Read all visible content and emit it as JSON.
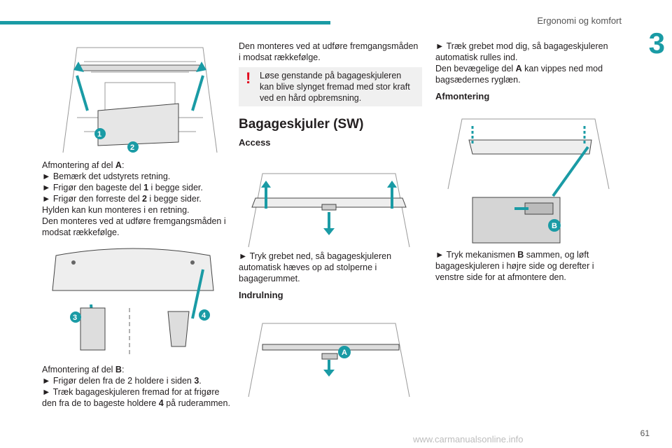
{
  "header": {
    "section_title": "Ergonomi og komfort",
    "chapter_number": "3",
    "page_number": "61"
  },
  "col1": {
    "p1": {
      "intro": "Afmontering af del ",
      "intro_bold": "A",
      "intro_end": ":"
    },
    "steps1": [
      {
        "t": "► Bemærk det udstyrets retning."
      },
      {
        "a": "► Frigør den bageste del ",
        "b": "1",
        "c": " i begge sider."
      },
      {
        "a": "► Frigør den forreste del ",
        "b": "2",
        "c": " i begge sider."
      }
    ],
    "note1": "Hylden kan kun monteres i en retning.",
    "note2": "Den monteres ved at udføre fremgangsmåden i modsat rækkefølge.",
    "p2": {
      "intro": "Afmontering af del ",
      "intro_bold": "B",
      "intro_end": ":"
    },
    "steps2a": {
      "a": "► Frigør delen fra de 2 holdere i siden ",
      "b": "3",
      "c": "."
    },
    "steps2b": {
      "a": "► Træk bagageskjuleren fremad for at frigøre den fra de to bageste holdere ",
      "b": "4",
      "c": " på ruderammen."
    },
    "callouts1": [
      "1",
      "2"
    ],
    "callouts2": [
      "3",
      "4"
    ]
  },
  "col2": {
    "p1": "Den monteres ved at udføre fremgangsmåden i modsat rækkefølge.",
    "warning": "Løse genstande på bagageskjuleren kan blive slynget fremad med stor kraft ved en hård opbremsning.",
    "heading": "Bagageskjuler (SW)",
    "sub1": "Access",
    "step1": "► Tryk grebet ned, så bagageskjuleren automatisk hæves op ad stolperne i bagagerummet.",
    "sub2": "Indrulning",
    "callout_a": "A"
  },
  "col3": {
    "step1": "► Træk grebet mod dig, så bagageskjuleren automatisk rulles ind.",
    "line2": {
      "a": "Den bevægelige del ",
      "b": "A",
      "c": " kan vippes ned mod bagsædernes ryglæn."
    },
    "sub": "Afmontering",
    "step2": {
      "a": "► Tryk mekanismen ",
      "b": "B",
      "c": " sammen, og løft bagageskjuleren i højre side og derefter i venstre side for at afmontere den."
    },
    "callout_b": "B"
  },
  "watermark": "www.carmanualsonline.info"
}
